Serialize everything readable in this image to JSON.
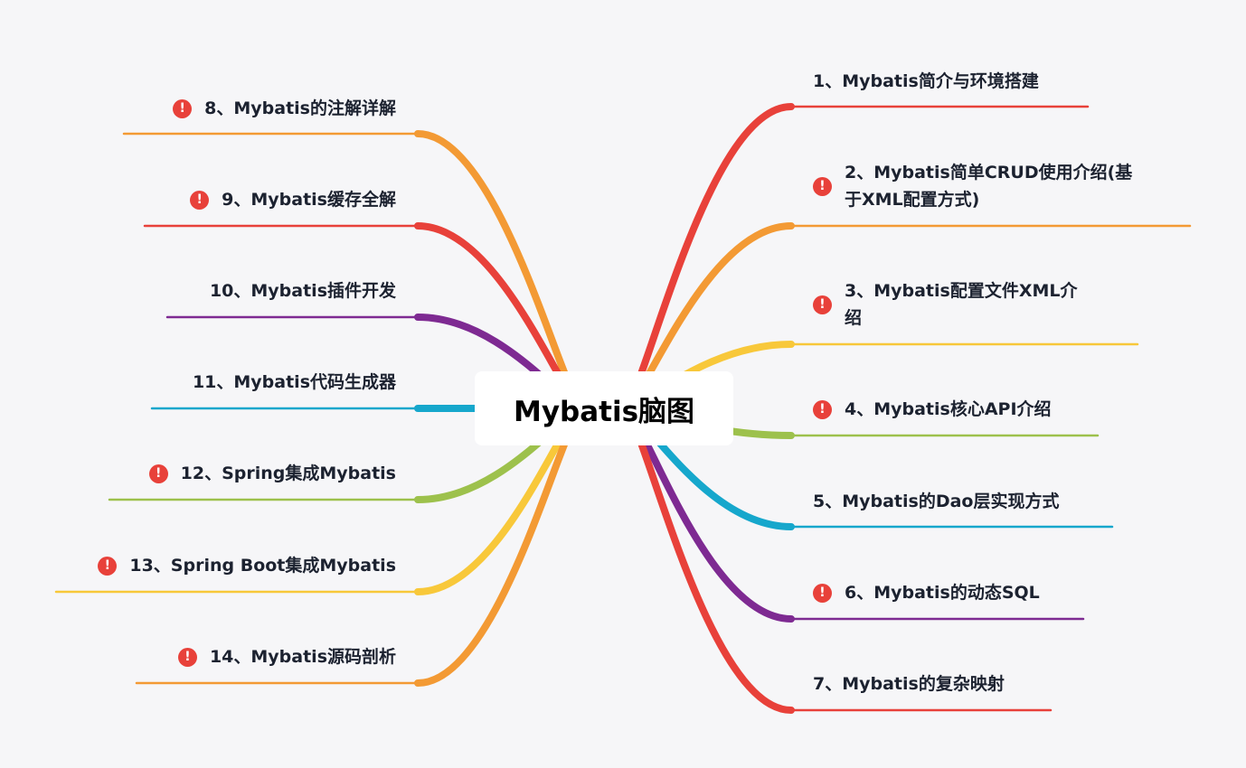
{
  "title": "Mybatis脑图",
  "badge_glyph": "!",
  "colors": {
    "red": "#e8413a",
    "orange": "#f39a34",
    "yellow": "#f8c83a",
    "green": "#9dc14c",
    "teal": "#16a7cc",
    "purple": "#7e2a92",
    "badge": "#e8413a"
  },
  "right_nodes": [
    {
      "label": "1、Mybatis简介与环境搭建",
      "badge": false,
      "color": "red"
    },
    {
      "label": "2、Mybatis简单CRUD使用介绍(基于XML配置方式)",
      "badge": true,
      "color": "orange"
    },
    {
      "label": "3、Mybatis配置文件XML介绍",
      "badge": true,
      "color": "yellow"
    },
    {
      "label": "4、Mybatis核心API介绍",
      "badge": true,
      "color": "green"
    },
    {
      "label": "5、Mybatis的Dao层实现方式",
      "badge": false,
      "color": "teal"
    },
    {
      "label": "6、Mybatis的动态SQL",
      "badge": true,
      "color": "purple"
    },
    {
      "label": "7、Mybatis的复杂映射",
      "badge": false,
      "color": "red"
    }
  ],
  "left_nodes": [
    {
      "label": "8、Mybatis的注解详解",
      "badge": true,
      "color": "orange"
    },
    {
      "label": "9、Mybatis缓存全解",
      "badge": true,
      "color": "red"
    },
    {
      "label": "10、Mybatis插件开发",
      "badge": false,
      "color": "purple"
    },
    {
      "label": "11、Mybatis代码生成器",
      "badge": false,
      "color": "teal"
    },
    {
      "label": "12、Spring集成Mybatis",
      "badge": true,
      "color": "green"
    },
    {
      "label": "13、Spring Boot集成Mybatis",
      "badge": true,
      "color": "yellow"
    },
    {
      "label": "14、Mybatis源码剖析",
      "badge": true,
      "color": "orange"
    }
  ]
}
